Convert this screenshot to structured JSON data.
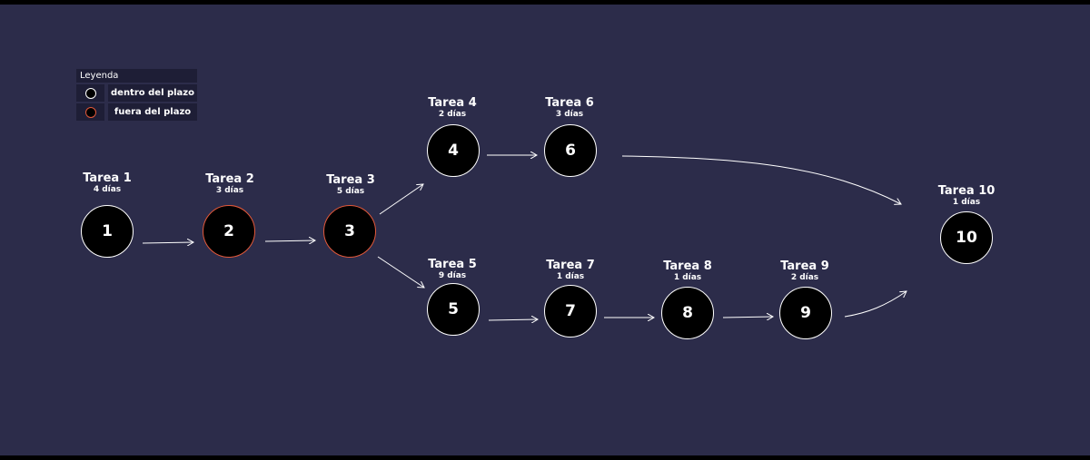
{
  "legend": {
    "title": "Leyenda",
    "items": [
      {
        "label": "dentro del plazo",
        "status": "ok"
      },
      {
        "label": "fuera del plazo",
        "status": "late"
      }
    ]
  },
  "colors": {
    "background": "#2c2c4a",
    "ok_border": "#ffffff",
    "late_border": "#e2583a",
    "node_fill": "#000000"
  },
  "tasks": [
    {
      "id": "1",
      "title": "Tarea 1",
      "duration": "4 días",
      "status": "ok"
    },
    {
      "id": "2",
      "title": "Tarea 2",
      "duration": "3 días",
      "status": "late"
    },
    {
      "id": "3",
      "title": "Tarea 3",
      "duration": "5 días",
      "status": "late"
    },
    {
      "id": "4",
      "title": "Tarea 4",
      "duration": "2 días",
      "status": "ok"
    },
    {
      "id": "5",
      "title": "Tarea 5",
      "duration": "9 días",
      "status": "ok"
    },
    {
      "id": "6",
      "title": "Tarea 6",
      "duration": "3 días",
      "status": "ok"
    },
    {
      "id": "7",
      "title": "Tarea 7",
      "duration": "1 días",
      "status": "ok"
    },
    {
      "id": "8",
      "title": "Tarea 8",
      "duration": "1 días",
      "status": "ok"
    },
    {
      "id": "9",
      "title": "Tarea 9",
      "duration": "2 días",
      "status": "ok"
    },
    {
      "id": "10",
      "title": "Tarea 10",
      "duration": "1 días",
      "status": "ok"
    }
  ],
  "dependencies": [
    [
      "1",
      "2"
    ],
    [
      "2",
      "3"
    ],
    [
      "3",
      "4"
    ],
    [
      "3",
      "5"
    ],
    [
      "4",
      "6"
    ],
    [
      "6",
      "10"
    ],
    [
      "5",
      "7"
    ],
    [
      "7",
      "8"
    ],
    [
      "8",
      "9"
    ],
    [
      "9",
      "10"
    ]
  ]
}
